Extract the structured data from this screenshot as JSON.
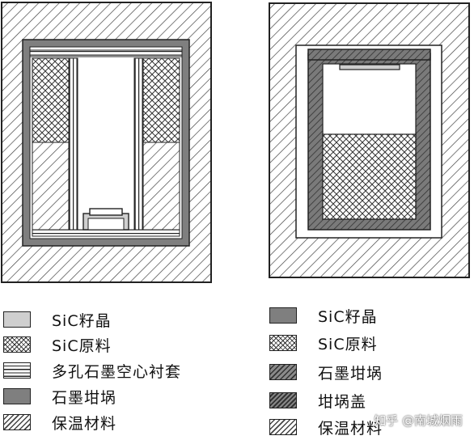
{
  "left_legend": [
    {
      "key": "seed",
      "label": "SiC籽晶"
    },
    {
      "key": "raw",
      "label": "SiC原料"
    },
    {
      "key": "porous",
      "label": "多孔石墨空心衬套"
    },
    {
      "key": "crucible",
      "label": "石墨坩埚"
    },
    {
      "key": "insulation",
      "label": "保温材料"
    }
  ],
  "right_legend": [
    {
      "key": "seed",
      "label": "SiC籽晶"
    },
    {
      "key": "raw",
      "label": "SiC原料"
    },
    {
      "key": "crucible",
      "label": "石墨坩埚"
    },
    {
      "key": "lid",
      "label": "坩埚盖"
    },
    {
      "key": "insulation",
      "label": "保温材料"
    }
  ],
  "watermark": "知乎 @南城烟雨"
}
